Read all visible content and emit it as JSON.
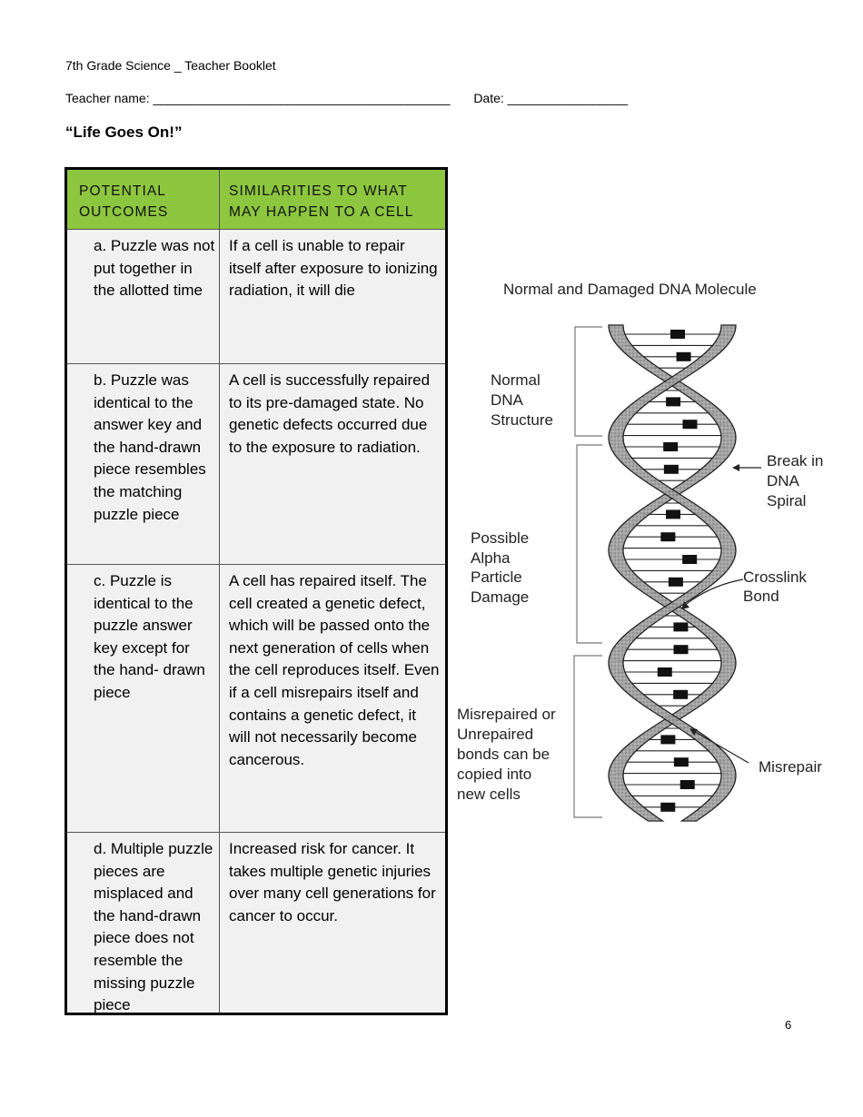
{
  "header": {
    "booklet": "7th Grade Science _ Teacher Booklet",
    "teacher_label": "Teacher name:",
    "teacher_blank": "__________________________________________",
    "date_label": "Date:",
    "date_blank": "_________________"
  },
  "title": "“Life Goes On!”",
  "table": {
    "headers": [
      "POTENTIAL OUTCOMES",
      "SIMILARITIES TO WHAT MAY HAPPEN TO A CELL"
    ],
    "rows": [
      {
        "outcome": "a. Puzzle was not put together in the allotted time",
        "similarity": "If a cell is unable to repair itself after exposure to ionizing radiation, it will die"
      },
      {
        "outcome": "b. Puzzle was identical to the answer key and the hand-drawn piece resembles the matching puzzle piece",
        "similarity": "A cell is successfully repaired to its pre-damaged state. No genetic defects occurred due to the exposure to radiation."
      },
      {
        "outcome": "c. Puzzle is identical to the puzzle answer key except for the hand- drawn piece",
        "similarity": "A cell has repaired itself. The cell created a genetic defect, which will be passed onto the next generation of cells when the cell reproduces itself. Even if a cell misrepairs itself and contains a genetic defect, it will not necessarily become cancerous."
      },
      {
        "outcome": "d. Multiple puzzle pieces are misplaced and the hand-drawn piece does not resemble the missing puzzle piece",
        "similarity": "Increased risk for cancer. It takes multiple genetic injuries over many cell generations for cancer to occur."
      }
    ]
  },
  "figure": {
    "title": "Normal and Damaged DNA Molecule",
    "normal_label": [
      "Normal",
      "DNA",
      "Structure"
    ],
    "alpha_label": [
      "Possible",
      "Alpha",
      "Particle",
      "Damage"
    ],
    "misrepaired_label": [
      "Misrepaired or",
      "Unrepaired",
      "bonds can be",
      "copied into",
      "new cells"
    ],
    "break_label": [
      "Break in",
      "DNA",
      "Spiral"
    ],
    "crosslink_label": [
      "Crosslink",
      "Bond"
    ],
    "misrepair_label": "Misrepair"
  },
  "page_number": "6"
}
